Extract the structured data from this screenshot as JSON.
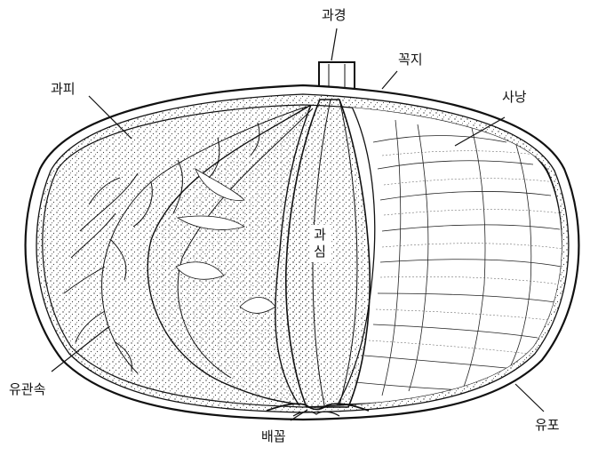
{
  "labels": {
    "stem": "과경",
    "calyx": "꼭지",
    "peel": "과피",
    "juice_sac": "사낭",
    "core_top": "과",
    "core_bottom": "심",
    "vascular_bundle": "유관속",
    "oil_gland": "유포",
    "navel": "배꼽"
  },
  "colors": {
    "ink": "#111111",
    "paper": "#ffffff",
    "stipple": "#3a3a3a"
  }
}
